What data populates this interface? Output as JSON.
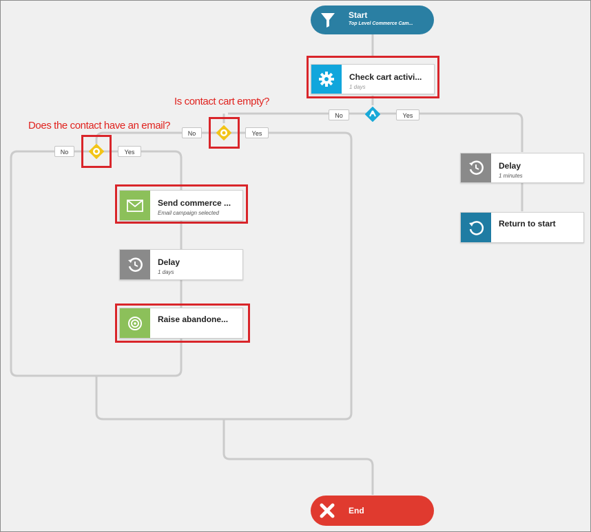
{
  "start": {
    "title": "Start",
    "subtitle": "Top Level Commerce Cam..."
  },
  "check_cart": {
    "title": "Check cart activi...",
    "subtitle": "1 days"
  },
  "delay_right": {
    "title": "Delay",
    "subtitle": "1 minutes"
  },
  "return_to_start": {
    "title": "Return to start"
  },
  "send_commerce": {
    "title": "Send commerce ...",
    "subtitle": "Email campaign selected"
  },
  "delay_left": {
    "title": "Delay",
    "subtitle": "1 days"
  },
  "raise_abandoned": {
    "title": "Raise abandone..."
  },
  "end": {
    "title": "End"
  },
  "branch_labels": {
    "check_cart_no": "No",
    "check_cart_yes": "Yes",
    "cart_empty_no": "No",
    "cart_empty_yes": "Yes",
    "has_email_no": "No",
    "has_email_yes": "Yes"
  },
  "annotations": {
    "cart_empty": "Is contact cart empty?",
    "has_email": "Does the contact have an email?"
  },
  "colors": {
    "start": "#2a7fa3",
    "action_blue": "#11a6dc",
    "delay_gray": "#8a8a8a",
    "return_teal": "#1f7ca3",
    "email_green": "#8cc05a",
    "goal_green": "#8cc05a",
    "end_red": "#e03a2f",
    "condition_yellow": "#f2c417",
    "decision_cyan": "#19a9d8",
    "highlight": "#d9252a",
    "annotation": "#e0221e"
  },
  "icons": {
    "start": "filter-icon",
    "check_cart": "gear-icon",
    "delay": "clock-history-icon",
    "return": "return-icon",
    "send_commerce": "email-icon",
    "raise_abandoned": "target-icon",
    "end": "close-icon",
    "condition": "gear-condition-icon",
    "decision": "split-icon"
  }
}
